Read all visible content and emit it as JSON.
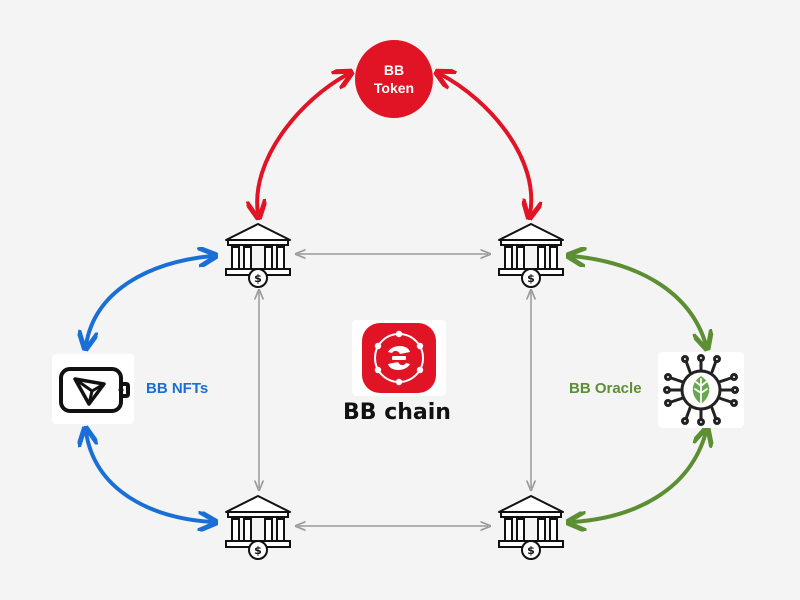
{
  "token": {
    "line1": "BB",
    "line2": "Token"
  },
  "nfts": {
    "label": "BB NFTs"
  },
  "oracle": {
    "label": "BB Oracle"
  },
  "chain": {
    "label": "BB chain"
  },
  "colors": {
    "background": "#f4f4f4",
    "token_red": "#e11426",
    "nft_blue": "#1a6fd6",
    "oracle_green": "#5c8f33",
    "bank_gray": "#9a9a9a",
    "ink": "#111111"
  }
}
